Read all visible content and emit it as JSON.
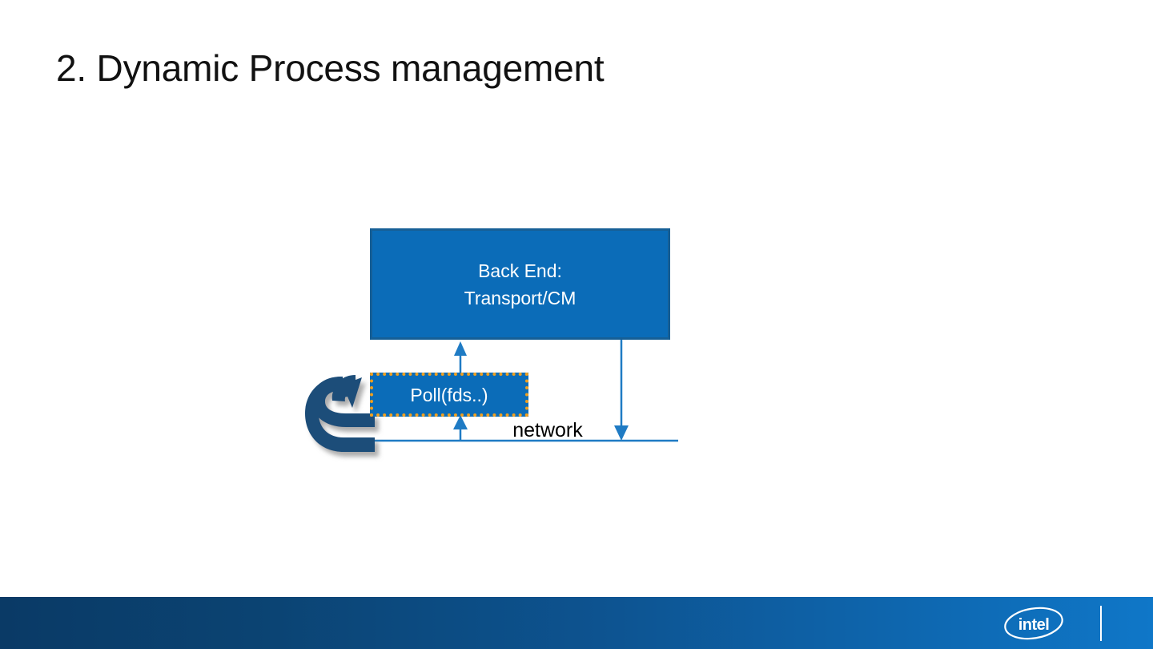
{
  "slide": {
    "title": "2. Dynamic Process management",
    "background_color": "#ffffff"
  },
  "diagram": {
    "backend_box": {
      "label": "Back End:\nTransport/CM",
      "fill_color": "#0B6CB8",
      "border_color": "#165F96",
      "text_color": "#FFFFFF"
    },
    "poll_box": {
      "label": "Poll(fds..)",
      "fill_color": "#0B6CB8",
      "border_color": "#F0A020",
      "border_style": "dotted",
      "text_color": "#FFFFFF"
    },
    "network_line": {
      "label": "network",
      "line_color": "#1F7BC4",
      "label_color": "#000000"
    },
    "arrows": [
      {
        "name": "poll-to-backend",
        "direction": "up",
        "color": "#1F7BC4",
        "from": "Poll(fds..)",
        "to": "Back End: Transport/CM"
      },
      {
        "name": "backend-to-network",
        "direction": "down",
        "color": "#1F7BC4",
        "from": "Back End: Transport/CM",
        "to": "network"
      },
      {
        "name": "network-to-poll",
        "direction": "up",
        "color": "#1F7BC4",
        "from": "network",
        "to": "Poll(fds..)"
      }
    ],
    "loop_arrow": {
      "name": "polling-loop-arrow",
      "shape": "c-curved-arrow",
      "color": "#1F4E79",
      "shadow": true
    }
  },
  "footer": {
    "gradient_start": "#0A3A66",
    "gradient_end": "#0F77C8",
    "logo_text": "intel",
    "logo_color": "#FFFFFF"
  }
}
